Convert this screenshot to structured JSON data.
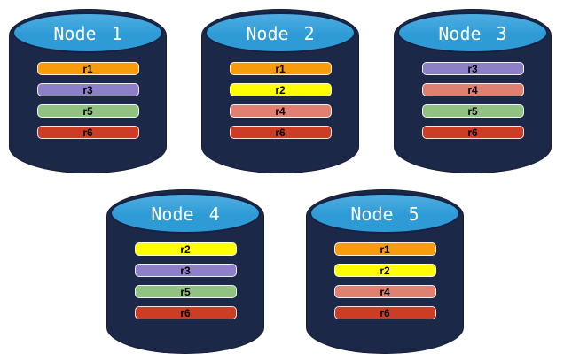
{
  "palette": {
    "background": "#FFFFFF",
    "cylinder_body": "#1C2847",
    "cylinder_top_fill": "#2E9BD6",
    "cylinder_outline": "#152140",
    "node_title_color": "#FFFFFF",
    "replica_label_color": "#000000"
  },
  "replica_colors": {
    "r1": "#F99C0B",
    "r2": "#FFFF00",
    "r3": "#8E7FC9",
    "r4": "#DF8071",
    "r5": "#92C282",
    "r6": "#CB3D24"
  },
  "nodes": [
    {
      "label": "Node 1",
      "replicas": [
        "r1",
        "r3",
        "r5",
        "r6"
      ]
    },
    {
      "label": "Node 2",
      "replicas": [
        "r1",
        "r2",
        "r4",
        "r6"
      ]
    },
    {
      "label": "Node 3",
      "replicas": [
        "r3",
        "r4",
        "r5",
        "r6"
      ]
    },
    {
      "label": "Node 4",
      "replicas": [
        "r2",
        "r3",
        "r5",
        "r6"
      ]
    },
    {
      "label": "Node 5",
      "replicas": [
        "r1",
        "r2",
        "r4",
        "r6"
      ]
    }
  ]
}
